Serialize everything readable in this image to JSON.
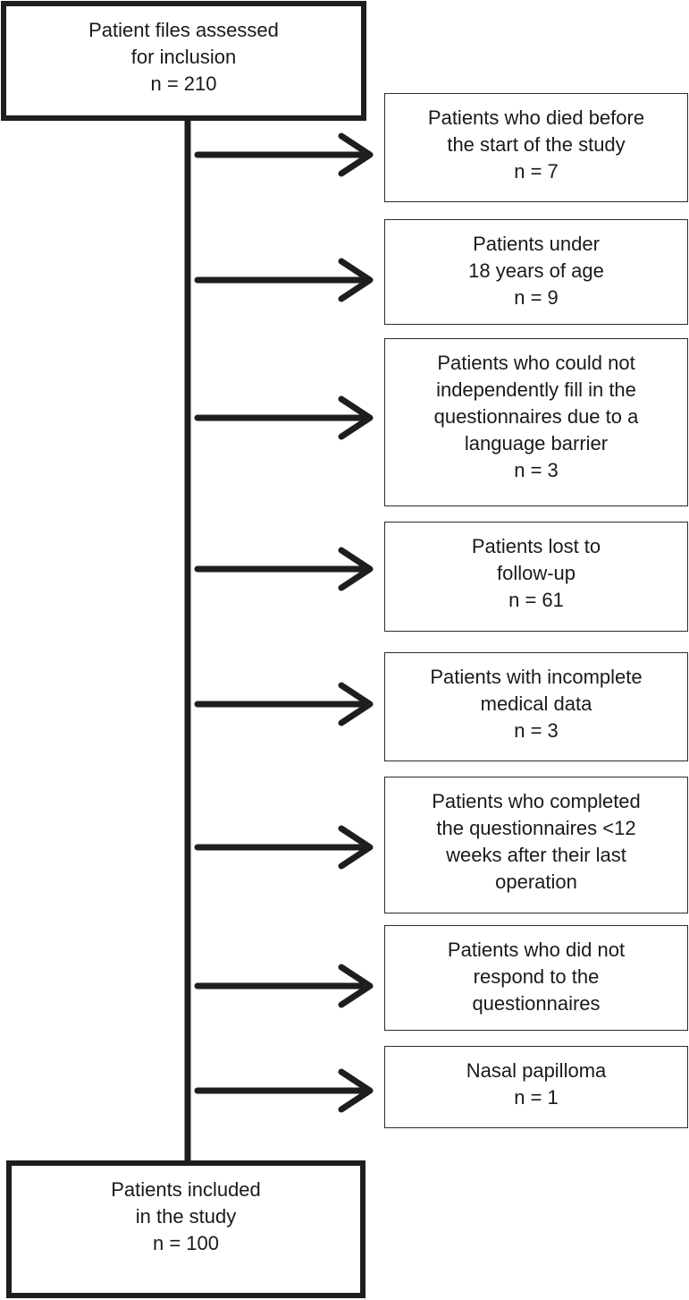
{
  "top_box": {
    "lines": [
      "Patient files assessed",
      "for inclusion",
      "n = 210"
    ]
  },
  "bottom_box": {
    "lines": [
      "Patients included",
      "in the study",
      "n = 100"
    ]
  },
  "exclusions": [
    {
      "lines": [
        "Patients who died before",
        "the start of the study",
        "n = 7"
      ]
    },
    {
      "lines": [
        "Patients under",
        "18 years of age",
        "n = 9"
      ]
    },
    {
      "lines": [
        "Patients who could not",
        "independently fill in the",
        "questionnaires due to a",
        "language barrier",
        "n = 3"
      ]
    },
    {
      "lines": [
        "Patients lost to",
        "follow-up",
        "n = 61"
      ]
    },
    {
      "lines": [
        "Patients with incomplete",
        "medical data",
        "n = 3"
      ]
    },
    {
      "lines": [
        "Patients who completed",
        "the questionnaires <12",
        "weeks after their last",
        "operation"
      ]
    },
    {
      "lines": [
        "Patients who did not",
        "respond to the",
        "questionnaires"
      ]
    },
    {
      "lines": [
        "Nasal papilloma",
        "n = 1"
      ]
    }
  ],
  "colors": {
    "stroke": "#1e1e1e",
    "text": "#1a1a1a",
    "background": "#ffffff"
  }
}
